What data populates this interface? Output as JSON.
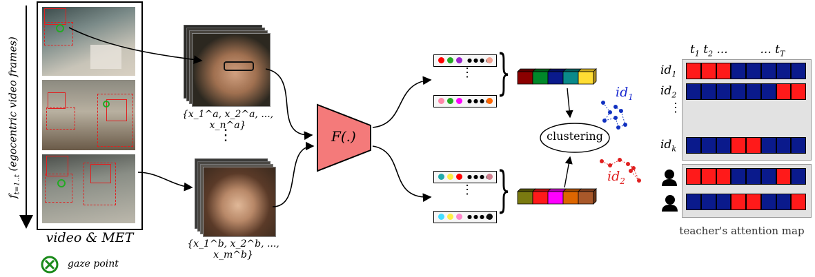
{
  "left_panel": {
    "axis_label": "f",
    "axis_subscript": "t=1..t",
    "axis_note": "(egocentric video frames)",
    "caption_main": "video",
    "caption_amp": "&",
    "caption_met": "MET",
    "legend_label": "gaze point"
  },
  "faces": {
    "set_a": "{x_1^a, x_2^a, ..., x_n^a}",
    "set_b": "{x_1^b, x_2^b, ..., x_m^b}",
    "dots": "⋮"
  },
  "encoder": {
    "label": "F(.)"
  },
  "clustering": {
    "label": "clustering",
    "id1_label": "id",
    "id1_sub": "1",
    "id2_label": "id",
    "id2_sub": "2"
  },
  "attention": {
    "time_labels": [
      "t",
      "t",
      "...",
      "...",
      "t"
    ],
    "time_subs": [
      "1",
      "2",
      "",
      "",
      "T"
    ],
    "row_label": "id",
    "rows": [
      {
        "sub": "1",
        "cells": [
          "red",
          "red",
          "red",
          "blue",
          "blue",
          "blue",
          "blue",
          "blue"
        ]
      },
      {
        "sub": "2",
        "cells": [
          "blue",
          "blue",
          "blue",
          "blue",
          "blue",
          "blue",
          "red",
          "red"
        ]
      },
      {
        "sub": "k",
        "cells": [
          "blue",
          "blue",
          "blue",
          "red",
          "red",
          "blue",
          "blue",
          "blue"
        ]
      }
    ],
    "gt_rows": [
      {
        "cells": [
          "red",
          "red",
          "red",
          "blue",
          "blue",
          "blue",
          "red",
          "blue"
        ]
      },
      {
        "cells": [
          "blue",
          "blue",
          "blue",
          "red",
          "red",
          "blue",
          "blue",
          "red"
        ]
      }
    ],
    "caption": "teacher's attention map",
    "colors": {
      "red": "#ff1a1a",
      "blue": "#0a1a8c"
    }
  },
  "embedding_colors": {
    "top_dots": [
      "#ff0000",
      "#22aa22",
      "#9922cc"
    ],
    "top_last": "#f0a090",
    "mid_dots": [
      "#ff88aa",
      "#22aa22",
      "#ff00ff"
    ],
    "mid_last": "#ff6600",
    "bot1_dots": [
      "#22aaaa",
      "#ffee44",
      "#ff0000"
    ],
    "bot1_last": "#d08090",
    "bot2_dots": [
      "#44ddff",
      "#ffee44",
      "#ff88cc"
    ],
    "bot2_last": "#111111",
    "bar1": [
      "#8b0000",
      "#00882a",
      "#0a1a8c",
      "#0a8a8a",
      "#ffdd33"
    ],
    "bar2": [
      "#7a7a10",
      "#ff1a1a",
      "#ff00ff",
      "#dd6600",
      "#a8582a"
    ]
  }
}
